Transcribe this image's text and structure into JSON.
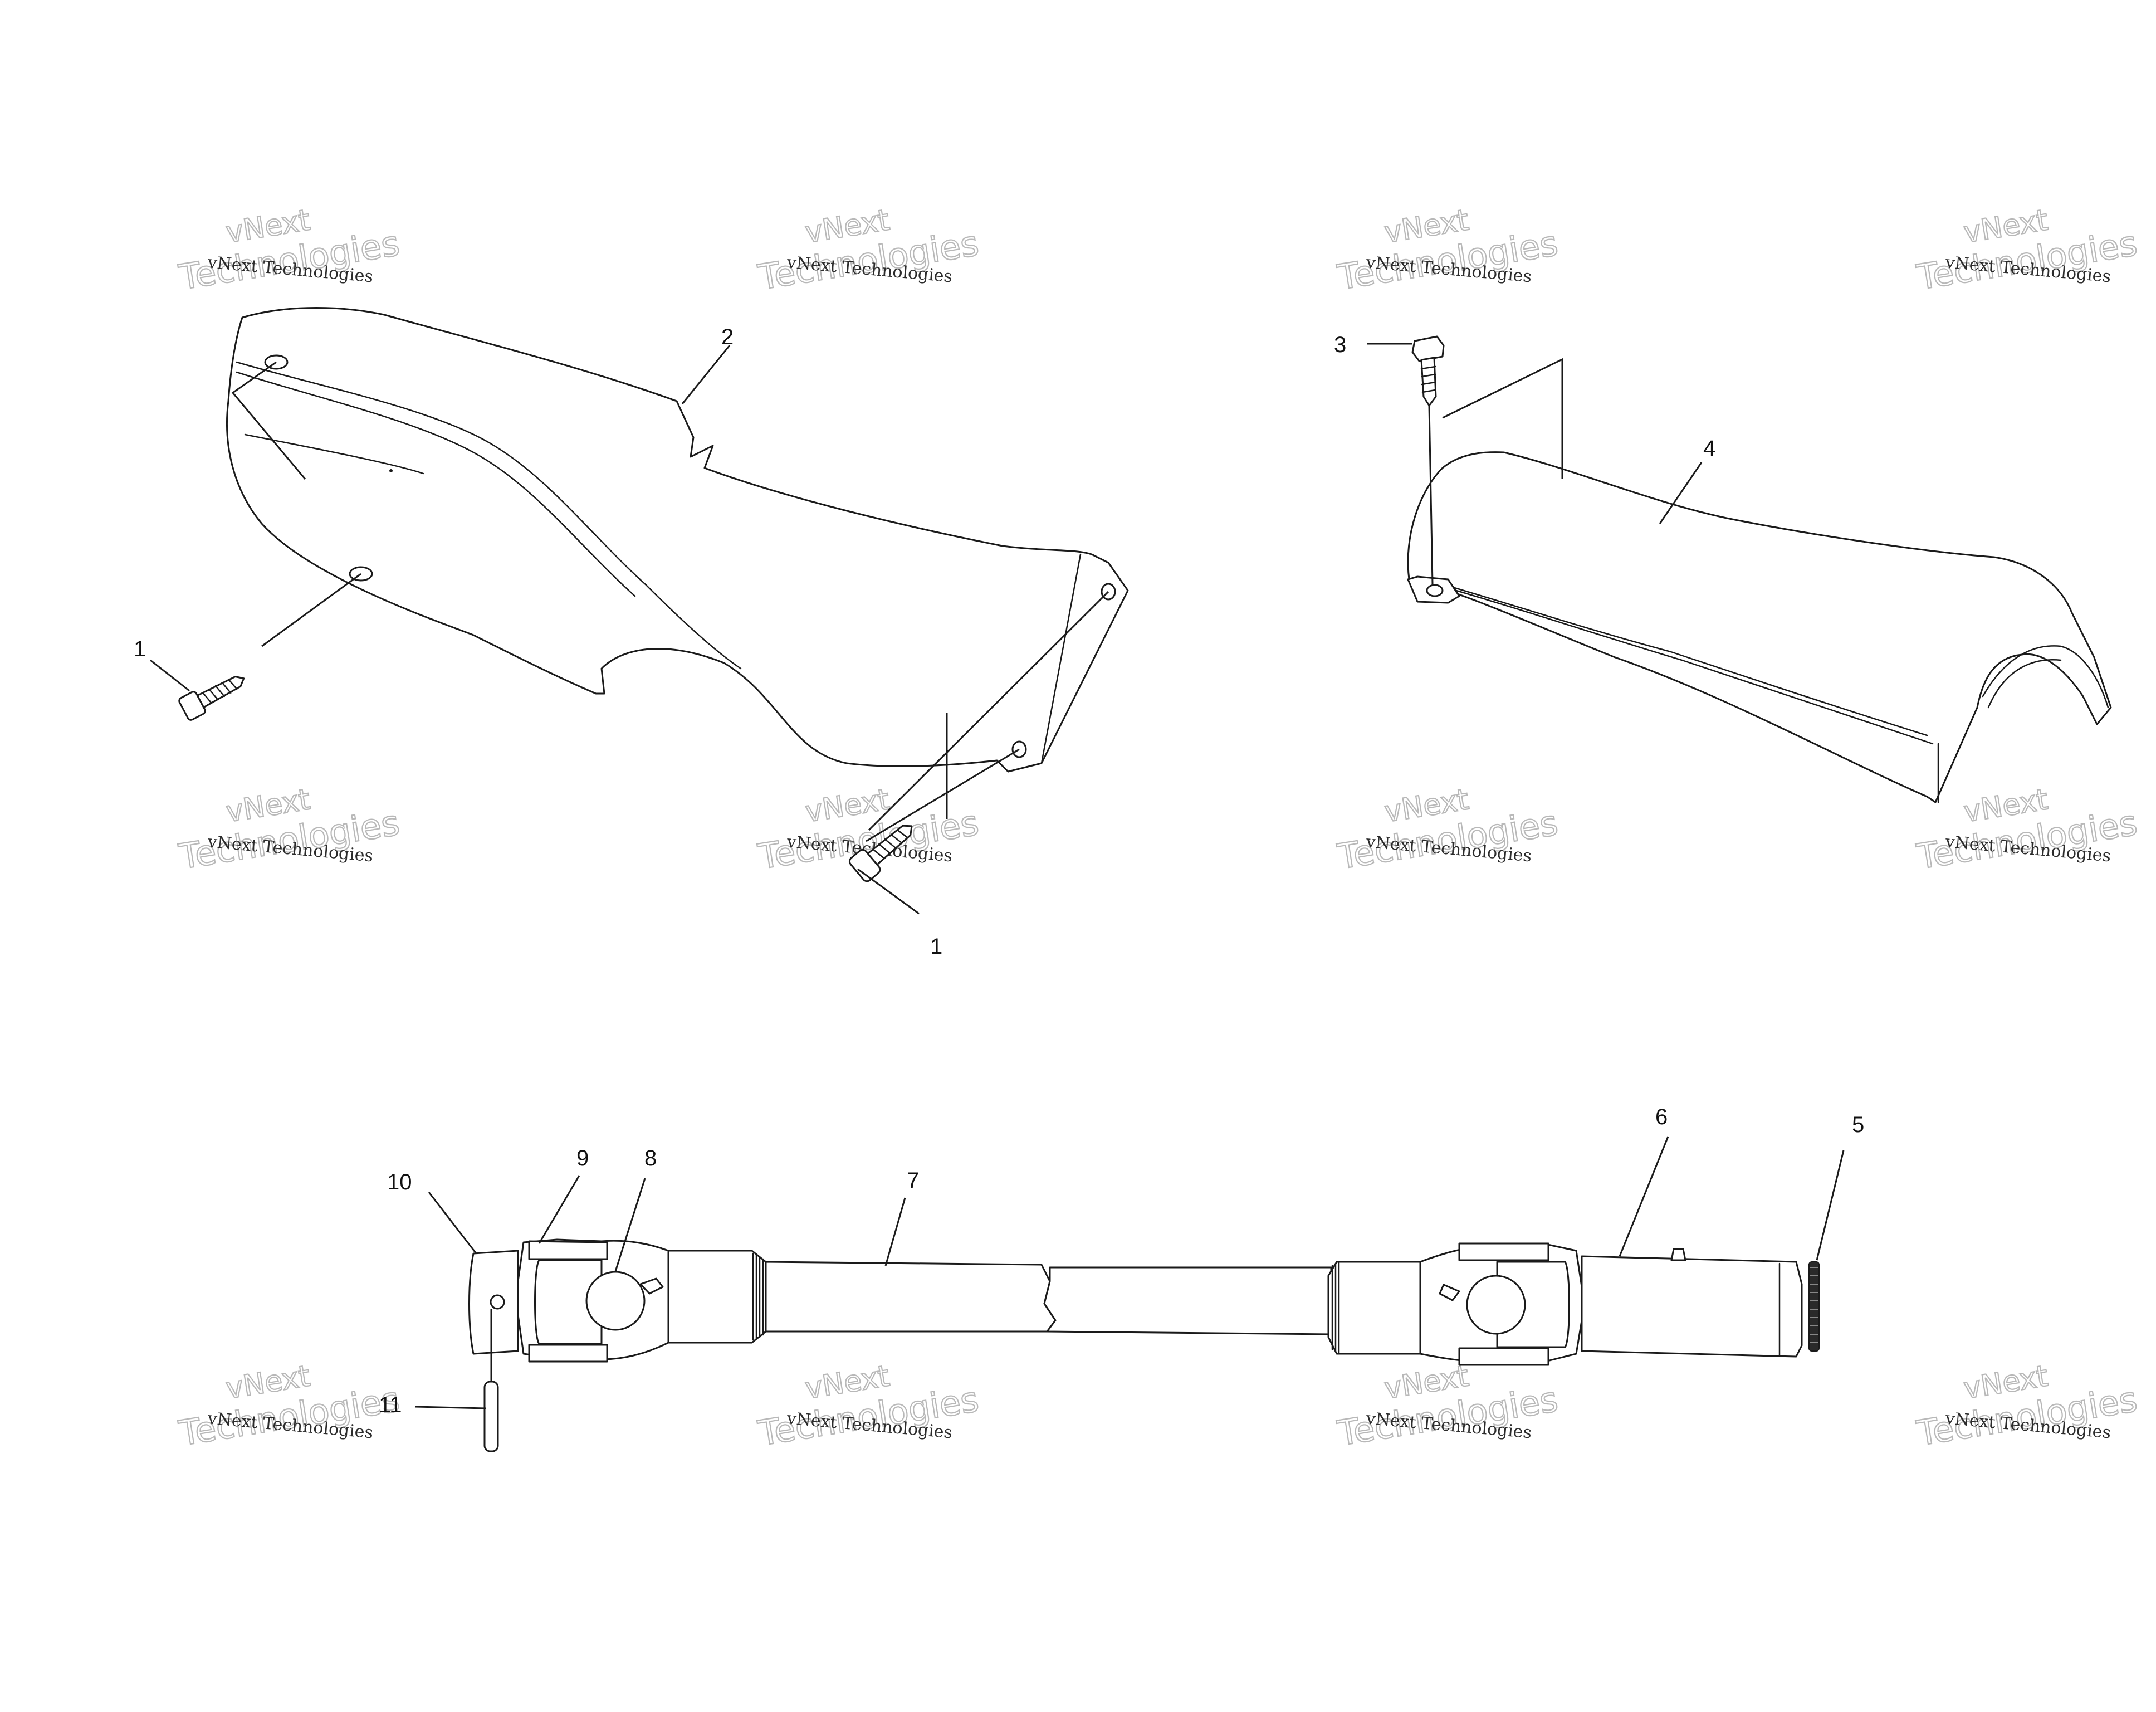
{
  "diagram": {
    "callouts": {
      "c1a": "1",
      "c1b": "1",
      "c2": "2",
      "c3": "3",
      "c4": "4",
      "c5": "5",
      "c6": "6",
      "c7": "7",
      "c8": "8",
      "c9": "9",
      "c10": "10",
      "c11": "11"
    },
    "watermark": {
      "line_top": "vNext Technologies",
      "line_next": "vNext",
      "line_big": "Technologies"
    }
  }
}
